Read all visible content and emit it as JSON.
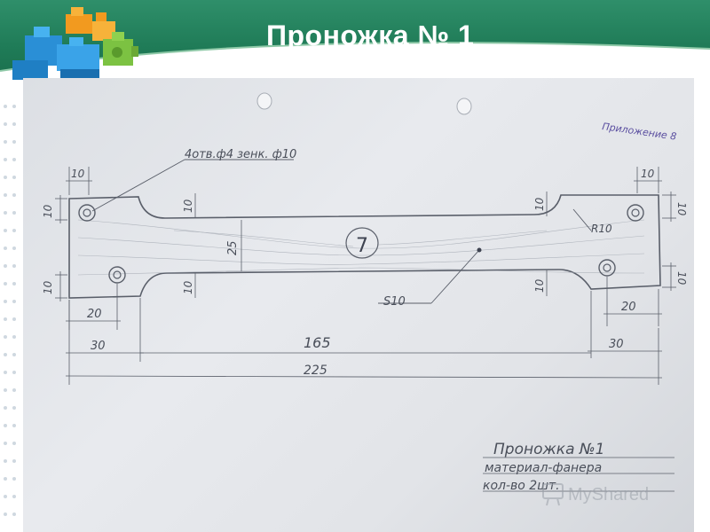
{
  "slide": {
    "title": "Проножка № 1"
  },
  "drawing": {
    "hole_note": "4отв.ф4 зенк. ф10",
    "appendix_note": "Приложение 8",
    "radius_label": "R10",
    "thickness_label": "S10",
    "part_number": "7",
    "dimensions": {
      "left_top_width": "10",
      "right_top_width": "10",
      "left_height_top": "10",
      "left_height_bottom": "10",
      "right_height_top": "10",
      "right_height_bottom": "10",
      "inner_left_top": "10",
      "inner_left_bottom": "10",
      "inner_right_top": "10",
      "inner_right_bottom": "10",
      "center_height": "25",
      "left_hole_offset": "20",
      "right_hole_offset": "20",
      "left_end_length": "30",
      "right_end_length": "30",
      "middle_length": "165",
      "total_length": "225"
    },
    "title_block": {
      "name": "Проножка №1",
      "material": "материал-фанера",
      "quantity": "кол-во 2шт."
    }
  },
  "watermark": {
    "brand": "MyShared"
  },
  "colors": {
    "header_green": "#1f7b57",
    "title_text": "#ffffff",
    "pencil": "#5a5f6a"
  }
}
